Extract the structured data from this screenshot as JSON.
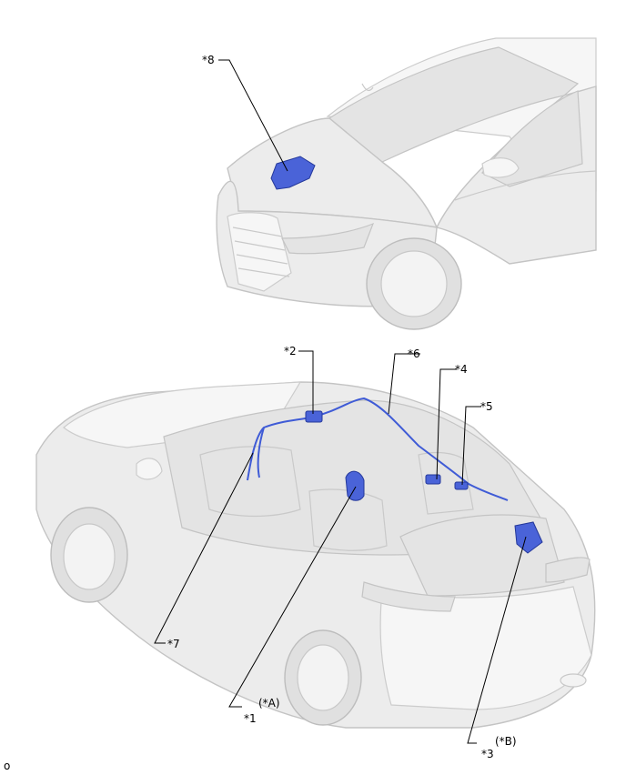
{
  "callouts": {
    "c1": "*1",
    "c2": "*2",
    "c3": "*3",
    "c4": "*4",
    "c5": "*5",
    "c6": "*6",
    "c7": "*7",
    "c8": "*8",
    "cA": "(*A)",
    "cB": "(*B)"
  },
  "figure_id": "o",
  "colors": {
    "part_highlight": "#4a63d8",
    "vehicle_body": "#ececec"
  }
}
